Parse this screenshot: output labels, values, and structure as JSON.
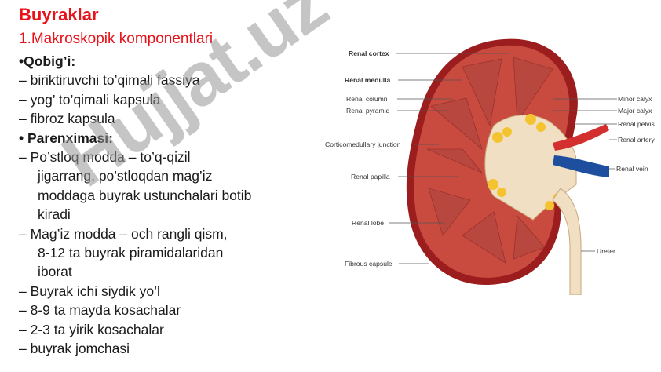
{
  "slide": {
    "title": "Buyraklar",
    "subtitle": "1.Makroskopik komponentlari",
    "lines": [
      {
        "text": "•Qobig’i:",
        "bold": true
      },
      {
        "text": "–  biriktiruvchi to’qimali fassiya"
      },
      {
        "text": "–  yog’ to’qimali kapsula"
      },
      {
        "text": "–  fibroz kapsula"
      },
      {
        "text": "•   Parenximasi:",
        "bold": true
      },
      {
        "text": "–  Po’stloq modda – to’q-qizil"
      },
      {
        "text": "jigarrang, po’stloqdan mag’iz",
        "indent": true
      },
      {
        "text": "moddaga buyrak ustunchalari botib",
        "indent": true
      },
      {
        "text": "kiradi",
        "indent": true
      },
      {
        "text": "–  Mag’iz modda – och rangli qism,"
      },
      {
        "text": "8-12 ta buyrak piramidalaridan",
        "indent": true
      },
      {
        "text": "iborat",
        "indent": true
      },
      {
        "text": "–  Buyrak ichi siydik yo’l"
      },
      {
        "text": "– 8-9 ta mayda kosachalar"
      },
      {
        "text": "– 2-3 ta yirik kosachalar"
      },
      {
        "text": "– buyrak jomchasi"
      }
    ]
  },
  "watermark": "Hujjat.uz",
  "figure": {
    "labels_left": {
      "renal_cortex": "Renal cortex",
      "renal_medulla": "Renal medulla",
      "renal_column": "Renal column",
      "renal_pyramid": "Renal pyramid",
      "corticomedullary_junction": "Corticomedullary junction",
      "renal_papilla": "Renal papilla",
      "renal_lobe": "Renal lobe",
      "fibrous_capsule": "Fibrous capsule"
    },
    "labels_right": {
      "minor_calyx": "Minor calyx",
      "major_calyx": "Major calyx",
      "renal_pelvis": "Renal pelvis",
      "renal_artery": "Renal artery",
      "renal_vein": "Renal vein",
      "ureter": "Ureter"
    }
  },
  "colors": {
    "title": "#e8121b",
    "kidney_outer": "#9b1d1d",
    "cortex": "#c94a3e",
    "pyramid": "#b8473f",
    "pelvis": "#f1dfc4",
    "fat": "#f4c430",
    "artery": "#d32f2f",
    "vein": "#1e4f9e"
  }
}
